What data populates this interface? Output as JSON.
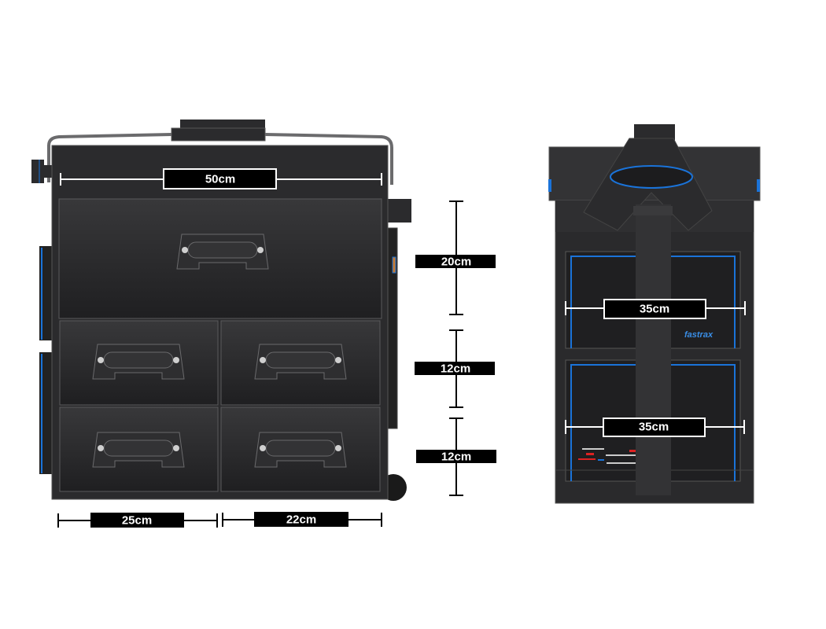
{
  "front_view": {
    "width_label": "50cm",
    "top_drawer_height_label": "20cm",
    "middle_drawer_height_label": "12cm",
    "bottom_drawer_height_label": "12cm",
    "left_drawer_width_label": "25cm",
    "right_drawer_width_label": "22cm"
  },
  "side_view": {
    "upper_panel_width_label": "35cm",
    "lower_panel_width_label": "35cm",
    "brand_logo": "fastrax"
  },
  "colors": {
    "bag_body": "#2b2b2d",
    "accent_blue": "#1a73d9",
    "label_bg": "#000000"
  }
}
